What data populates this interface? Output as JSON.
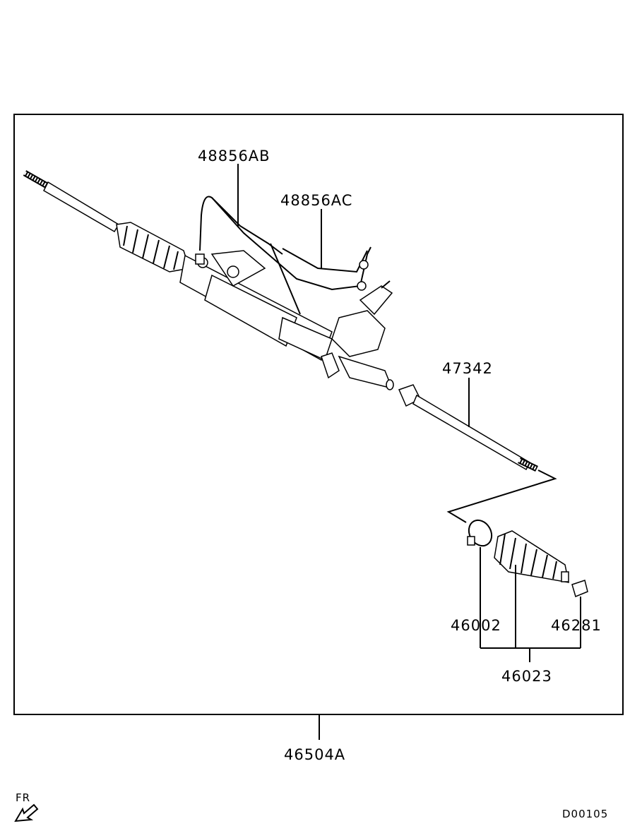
{
  "diagram": {
    "part_labels": {
      "pressure_tube_a": "48856AB",
      "pressure_tube_b": "48856AC",
      "tie_rod": "47342",
      "boot_band": "46002",
      "boot_clip": "46281",
      "boot_kit": "46023",
      "gear_assembly": "46504A"
    },
    "front_indicator": "FR",
    "diagram_code": "D00105"
  }
}
